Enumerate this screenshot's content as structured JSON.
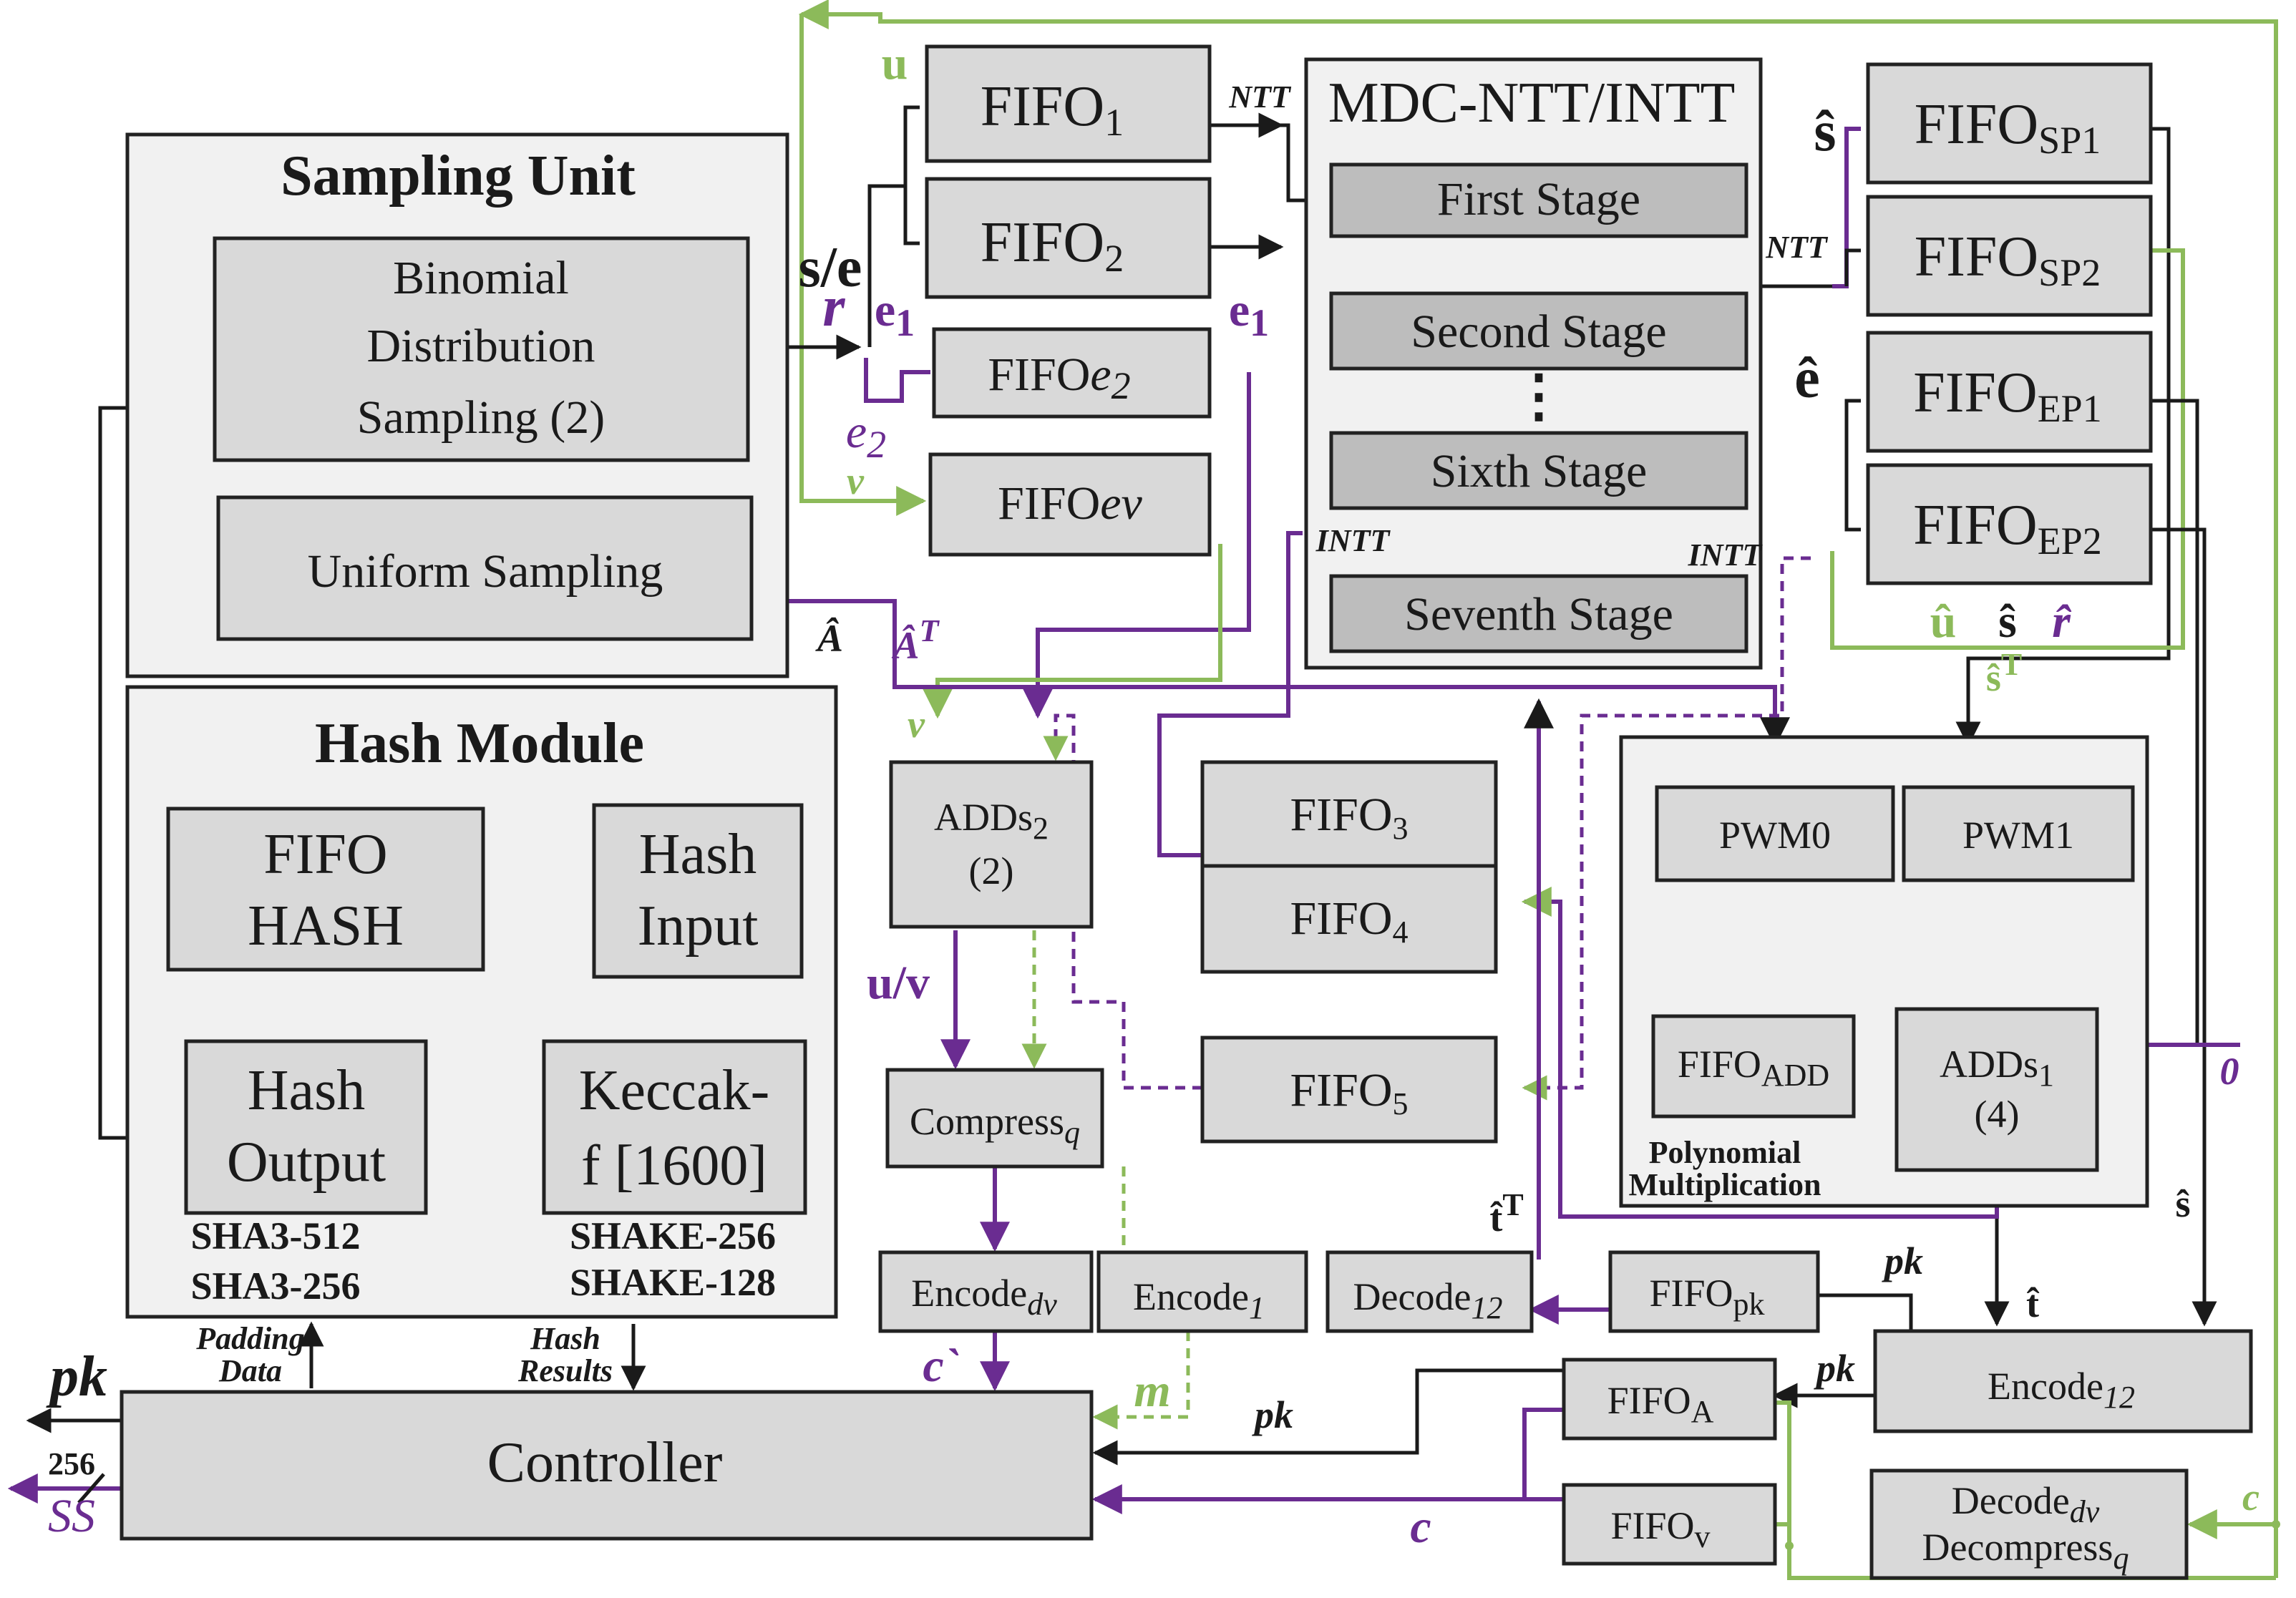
{
  "colors": {
    "block_fill": "#d9d9d9",
    "group_fill": "#f1f1f1",
    "stage_fill": "#bdbdbd",
    "wire_black": "#1a1a1a",
    "wire_purple": "#6a2c91",
    "wire_green": "#8cba5a"
  },
  "sampling": {
    "title": "Sampling Unit",
    "binomial_1": "Binomial",
    "binomial_2": "Distribution",
    "binomial_3": "Sampling (2)",
    "uniform": "Uniform Sampling"
  },
  "hash": {
    "title": "Hash Module",
    "fifo_1": "FIFO",
    "fifo_2": "HASH",
    "input_1": "Hash",
    "input_2": "Input",
    "output_1": "Hash",
    "output_2": "Output",
    "keccak_1": "Keccak-",
    "keccak_2": "f [1600]",
    "sha_1": "SHA3-512",
    "sha_2": "SHA3-256",
    "shake_1": "SHAKE-256",
    "shake_2": "SHAKE-128",
    "padding_1": "Padding",
    "padding_2": "Data",
    "results_1": "Hash",
    "results_2": "Results"
  },
  "controller": {
    "label": "Controller",
    "pk_out": "pk",
    "ss_out": "SS",
    "ss_width": "256"
  },
  "fifos": {
    "fifo1": "FIFO",
    "fifo1_sub": "1",
    "fifo2": "FIFO",
    "fifo2_sub": "2",
    "fifoe2": "FIFO",
    "fifoe2_it": "e",
    "fifoe2_sub": "2",
    "fifoev": "FIFO",
    "fifoev_it": "ev",
    "fifo3": "FIFO",
    "fifo3_sub": "3",
    "fifo4": "FIFO",
    "fifo4_sub": "4",
    "fifo5": "FIFO",
    "fifo5_sub": "5",
    "sp1": "FIFO",
    "sp1_sub": "SP1",
    "sp2": "FIFO",
    "sp2_sub": "SP2",
    "ep1": "FIFO",
    "ep1_sub": "EP1",
    "ep2": "FIFO",
    "ep2_sub": "EP2",
    "pk": "FIFO",
    "pk_sub": "pk",
    "a": "FIFO",
    "a_sub": "A",
    "v": "FIFO",
    "v_sub": "v",
    "add": "FIFO",
    "add_sub": "ADD"
  },
  "ntt": {
    "title": "MDC-NTT/INTT",
    "stage1": "First Stage",
    "stage2": "Second Stage",
    "stage6": "Sixth Stage",
    "stage7": "Seventh Stage",
    "ellipsis": "⋮"
  },
  "polymul": {
    "label_1": "Polynomial",
    "label_2": "Multiplication",
    "pwm0": "PWM0",
    "pwm1": "PWM1",
    "adds1": "ADDs",
    "adds1_sub": "1",
    "adds1_n": "(4)"
  },
  "ops": {
    "adds2": "ADDs",
    "adds2_sub": "2",
    "adds2_n": "(2)",
    "compress": "Compress",
    "compress_sub": "q",
    "encode_dv": "Encode",
    "encode_dv_sub": "dv",
    "encode_1": "Encode",
    "encode_1_sub": "1",
    "decode_12": "Decode",
    "decode_12_sub": "12",
    "encode_12": "Encode",
    "encode_12_sub": "12",
    "decode_dv_1": "Decode",
    "decode_dv_sub": "dv",
    "decompress": "Decompress",
    "decompress_sub": "q"
  },
  "signals": {
    "u": "u",
    "se": "s/e",
    "r": "r",
    "e1_a": "e",
    "e1_a_sub": "1",
    "e1_b": "e",
    "e1_b_sub": "1",
    "e2": "e",
    "e2_sub": "2",
    "v": "v",
    "ntt_a": "NTT",
    "ntt_b": "NTT",
    "intt_a": "INTT",
    "intt_b": "INTT",
    "s_hat": "ŝ",
    "e_hat": "ê",
    "a_hat": "Â",
    "a_hat_t": "Â",
    "a_hat_t_sup": "T",
    "v_green": "v",
    "u_hat": "û",
    "s_hat_b": "ŝ",
    "r_hat": "r̂",
    "s_hat_t": "ŝ",
    "s_hat_t_sup": "T",
    "uv": "u/v",
    "zero": "0",
    "s_hat_c": "ŝ",
    "t_hat_t": "t̂",
    "t_hat_t_sup": "T",
    "t_hat": "t̂",
    "pk_a": "pk",
    "pk_b": "pk",
    "pk_c": "pk",
    "c_prime": "c`",
    "m": "m",
    "c_purple": "c",
    "c_green": "c"
  }
}
